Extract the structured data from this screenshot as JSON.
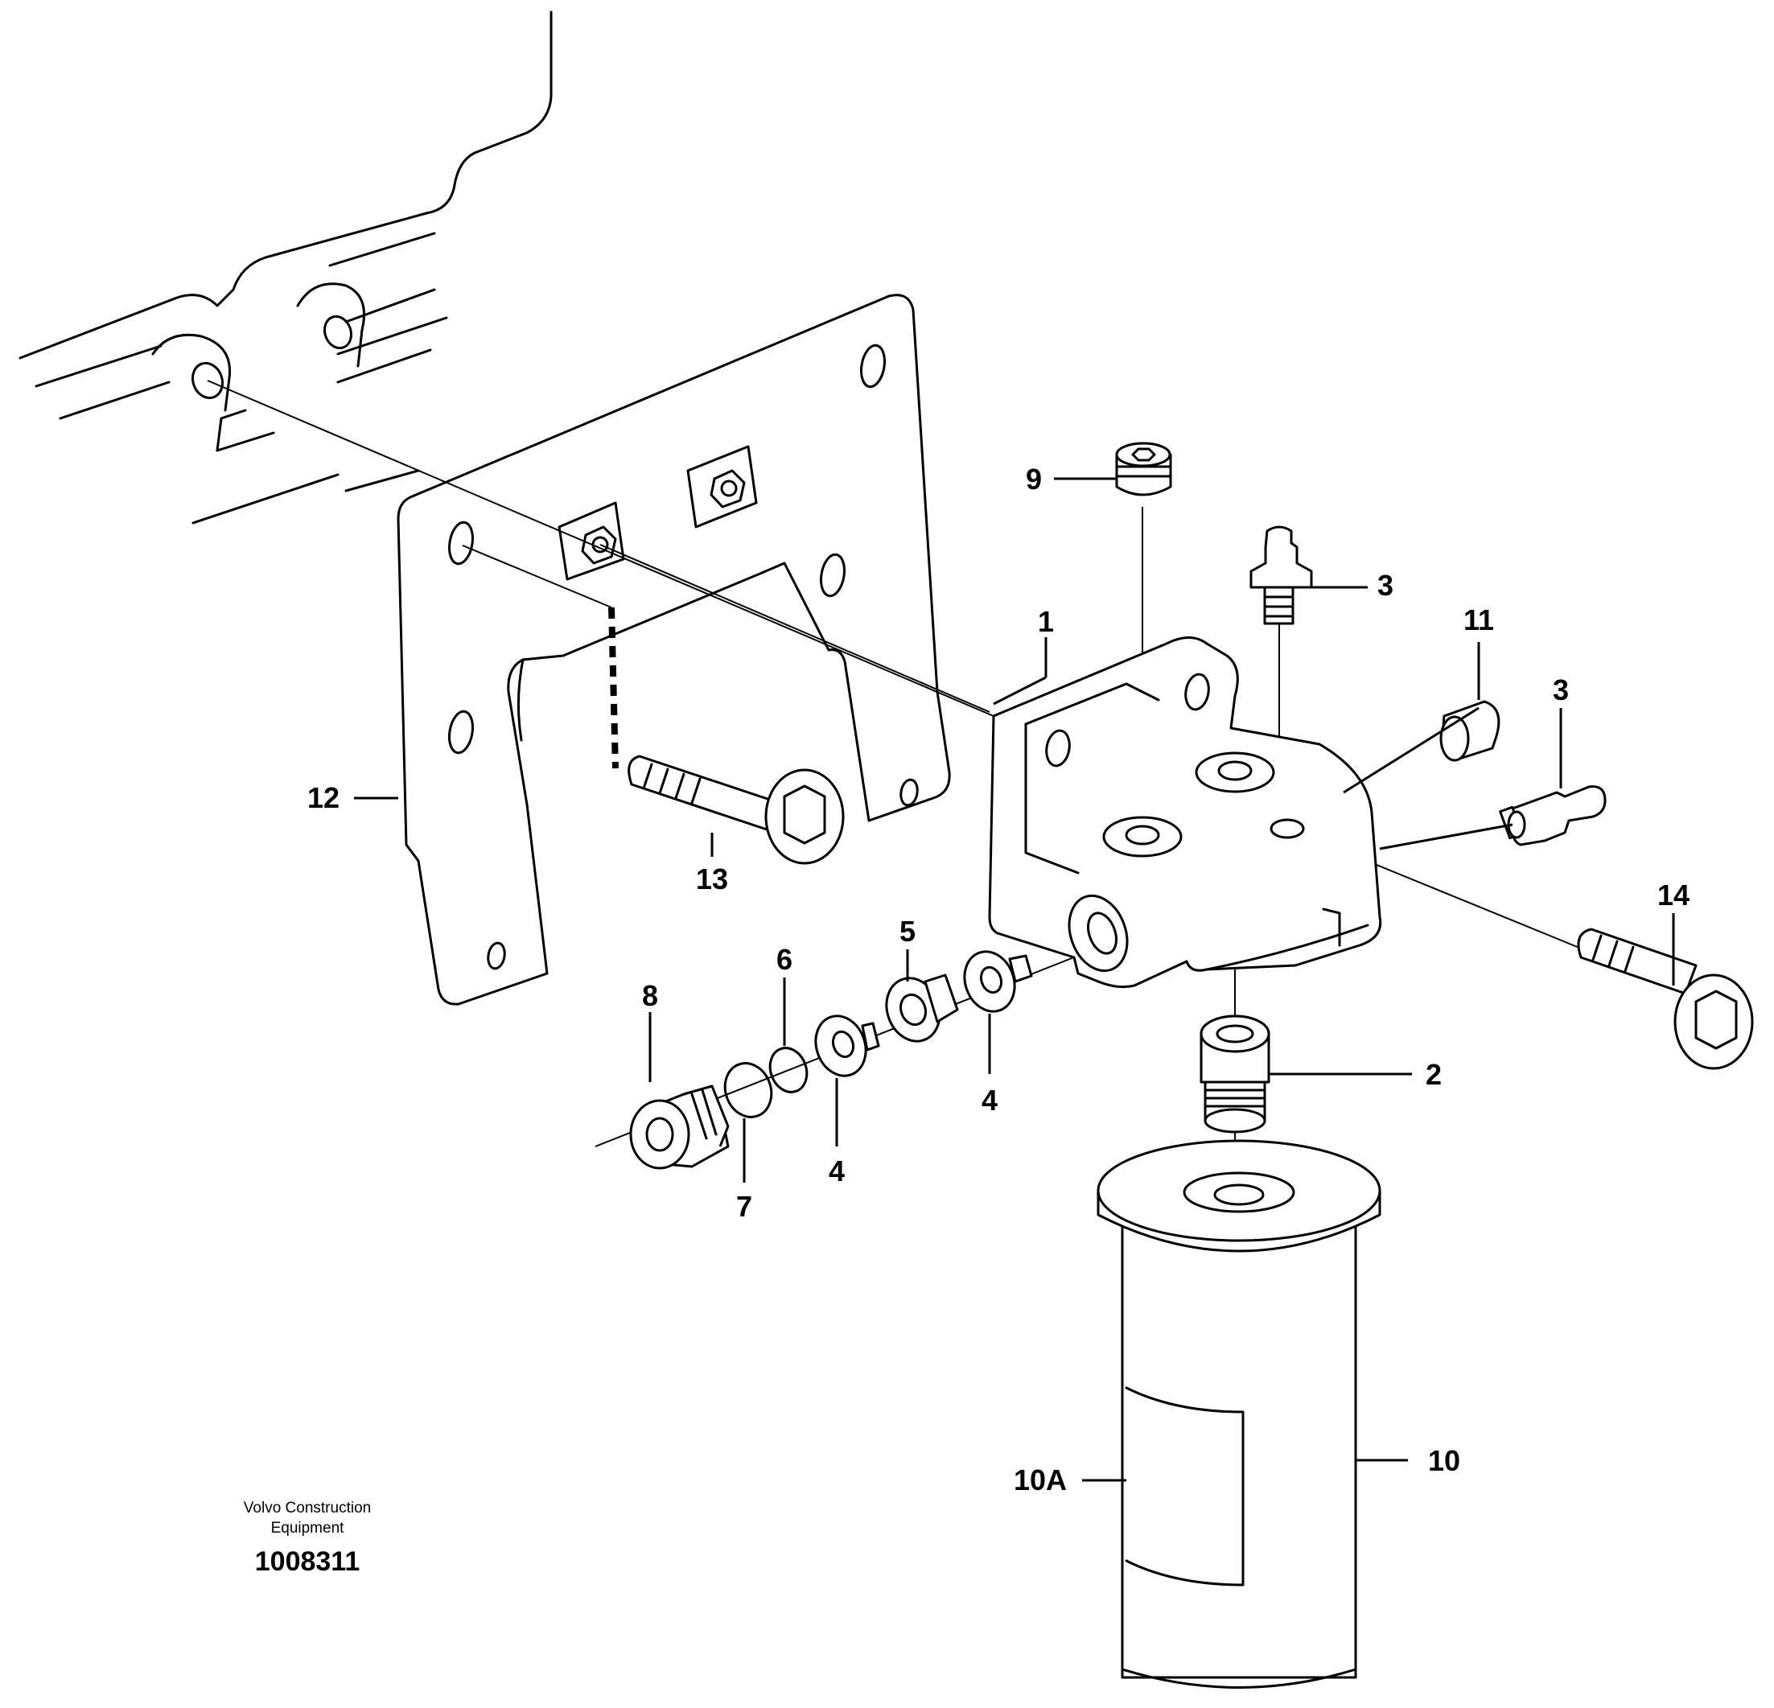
{
  "callouts": {
    "c1": "1",
    "c2": "2",
    "c3a": "3",
    "c3b": "3",
    "c4a": "4",
    "c4b": "4",
    "c5": "5",
    "c6": "6",
    "c7": "7",
    "c8": "8",
    "c9": "9",
    "c10": "10",
    "c10a": "10A",
    "c11": "11",
    "c12": "12",
    "c13": "13",
    "c14": "14"
  },
  "footer": {
    "company_line1": "Volvo Construction",
    "company_line2": "Equipment",
    "drawing_number": "1008311"
  }
}
